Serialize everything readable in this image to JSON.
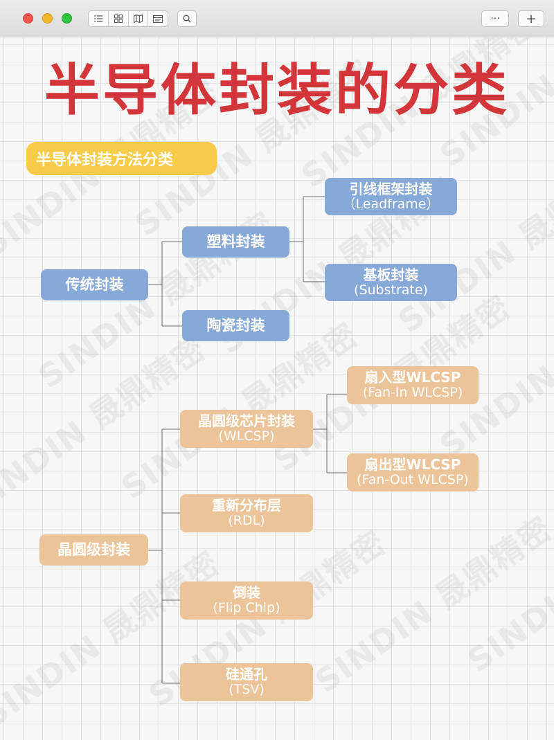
{
  "window": {
    "toolbar_icons": [
      "list-icon",
      "grid-icon",
      "map-icon",
      "sidebar-icon"
    ],
    "search_icon": "search-icon",
    "more_label": "···",
    "add_label": "+"
  },
  "watermark": "SINDIN 晟鼎精密",
  "title": "半导体封装的分类",
  "section_label": "半导体封装方法分类",
  "colors": {
    "title": "#d2363a",
    "pill": "#f9cb4a",
    "blue_box": "#86a9d8",
    "orange_box": "#ecc499"
  },
  "diagram": {
    "traditional": {
      "root": "传统封装",
      "plastic": "塑料封装",
      "leadframe": {
        "name": "引线框架封装",
        "en": "（Leadframe）"
      },
      "substrate": {
        "name": "基板封装",
        "en": "(Substrate)"
      },
      "ceramic": "陶瓷封装"
    },
    "wafer_level": {
      "root": "晶圆级封装",
      "wlcsp": {
        "name": "晶圆级芯片封装",
        "en": "(WLCSP)"
      },
      "fan_in": {
        "name": "扇入型WLCSP",
        "en": "(Fan-In WLCSP)"
      },
      "fan_out": {
        "name": "扇出型WLCSP",
        "en": "(Fan-Out WLCSP)"
      },
      "rdl": {
        "name": "重新分布层",
        "en": "(RDL)"
      },
      "flip_chip": {
        "name": "倒装",
        "en": "(Flip Chip)"
      },
      "tsv": {
        "name": "硅通孔",
        "en": "(TSV)"
      }
    }
  }
}
